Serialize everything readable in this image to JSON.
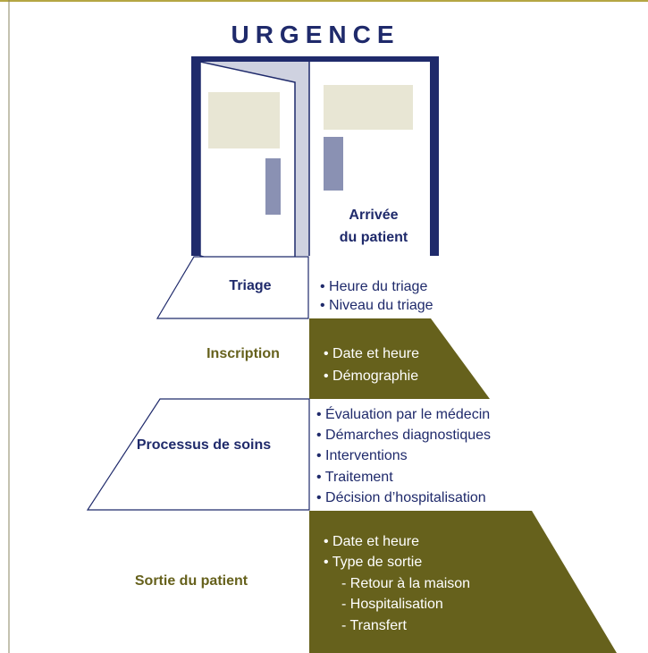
{
  "colors": {
    "navy": "#1f2a6b",
    "olive": "#66611c",
    "panel_beige": "#e8e6d4",
    "panel_slate": "#8a91b3",
    "door_gap": "#cfd2e0",
    "frame_line": "#b5a643"
  },
  "title": "URGENCE",
  "door": {
    "arrival_line1": "Arrivée",
    "arrival_line2": "du patient"
  },
  "stages": {
    "triage": {
      "label": "Triage",
      "items": [
        "• Heure du triage",
        "• Niveau du triage"
      ]
    },
    "inscription": {
      "label": "Inscription",
      "items": [
        "• Date et heure",
        "• Démographie"
      ]
    },
    "processus": {
      "label": "Processus de soins",
      "items": [
        "• Évaluation par le médecin",
        "• Démarches diagnostiques",
        "• Interventions",
        "• Traitement",
        "• Décision d’hospitalisation"
      ]
    },
    "sortie": {
      "label": "Sortie du patient",
      "items": [
        "• Date et heure",
        "• Type de sortie",
        "- Retour à la maison",
        "- Hospitalisation",
        "- Transfert"
      ]
    }
  }
}
